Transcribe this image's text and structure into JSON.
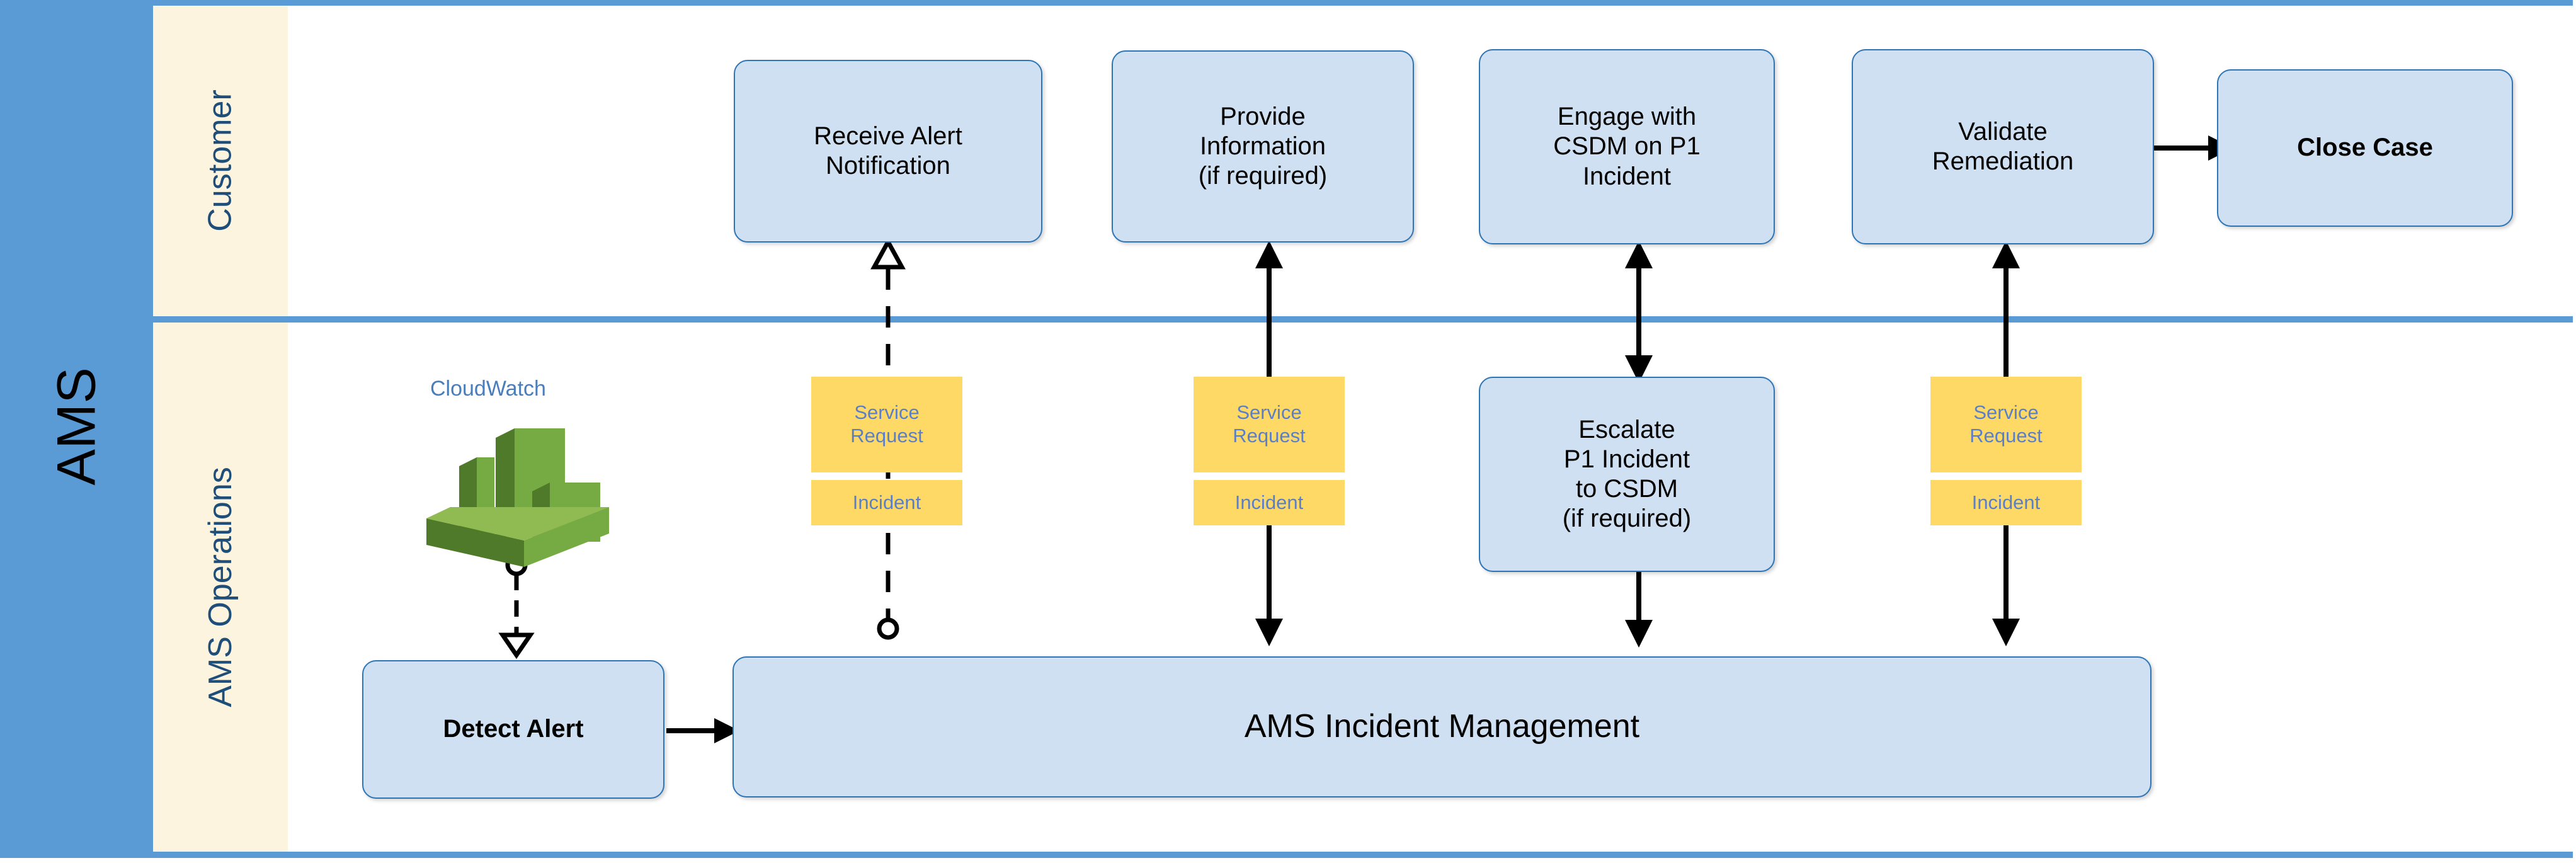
{
  "pool": {
    "label": "AMS"
  },
  "lanes": [
    {
      "id": "customer",
      "label": "Customer"
    },
    {
      "id": "ams-operations",
      "label": "AMS Operations"
    }
  ],
  "customer_nodes": [
    {
      "id": "receive-alert-notification",
      "label": "Receive Alert\nNotification"
    },
    {
      "id": "provide-information",
      "label": "Provide\nInformation\n(if required)"
    },
    {
      "id": "engage-with-csdm",
      "label": "Engage with\nCSDM on P1\nIncident"
    },
    {
      "id": "validate-remediation",
      "label": "Validate\nRemediation"
    },
    {
      "id": "close-case",
      "label": "Close Case"
    }
  ],
  "ops_nodes": [
    {
      "id": "escalate-p1-incident",
      "label": "Escalate\nP1 Incident\nto CSDM\n(if required)"
    },
    {
      "id": "detect-alert",
      "label": "Detect Alert"
    },
    {
      "id": "ams-incident-management",
      "label": "AMS Incident Management"
    }
  ],
  "badges": [
    {
      "id": "badge-1",
      "service_request": "Service\nRequest",
      "incident": "Incident"
    },
    {
      "id": "badge-2",
      "service_request": "Service\nRequest",
      "incident": "Incident"
    },
    {
      "id": "badge-3",
      "service_request": "Service\nRequest",
      "incident": "Incident"
    }
  ],
  "source": {
    "label": "CloudWatch",
    "icon": "cloudwatch-icon"
  },
  "colors": {
    "pool_band": "#5b9bd5",
    "lane_header": "#fdf4e0",
    "node_fill": "#cfe0f3",
    "node_stroke": "#2e75b6",
    "badge_fill": "#ffd966",
    "badge_text": "#5b7fc7",
    "lane_label_text": "#1f4e79",
    "cloudwatch_label": "#4a7ebb",
    "cloudwatch_icon_green": "#6b9e3f",
    "connector": "#000000"
  },
  "connectors": [
    {
      "id": "cloudwatch-to-detect-alert",
      "style": "dashed",
      "start": "circle",
      "end": "open-triangle-down"
    },
    {
      "id": "ams-to-receive-alert-notification",
      "style": "dashed",
      "start": "circle",
      "end": "open-triangle-up"
    },
    {
      "id": "ams-to-provide-information",
      "style": "solid",
      "end": "arrow-up"
    },
    {
      "id": "provide-information-to-ams",
      "style": "solid",
      "end": "arrow-down"
    },
    {
      "id": "engage-escalate-bidirectional",
      "style": "solid",
      "end": "arrow-both"
    },
    {
      "id": "escalate-ams-bidirectional",
      "style": "solid",
      "end": "arrow-both"
    },
    {
      "id": "ams-to-validate-remediation",
      "style": "solid",
      "end": "arrow-up"
    },
    {
      "id": "validate-remediation-to-ams",
      "style": "solid",
      "end": "arrow-down"
    },
    {
      "id": "detect-alert-to-ams",
      "style": "solid",
      "end": "arrow-right"
    },
    {
      "id": "validate-remediation-to-close-case",
      "style": "solid",
      "end": "arrow-right"
    }
  ]
}
